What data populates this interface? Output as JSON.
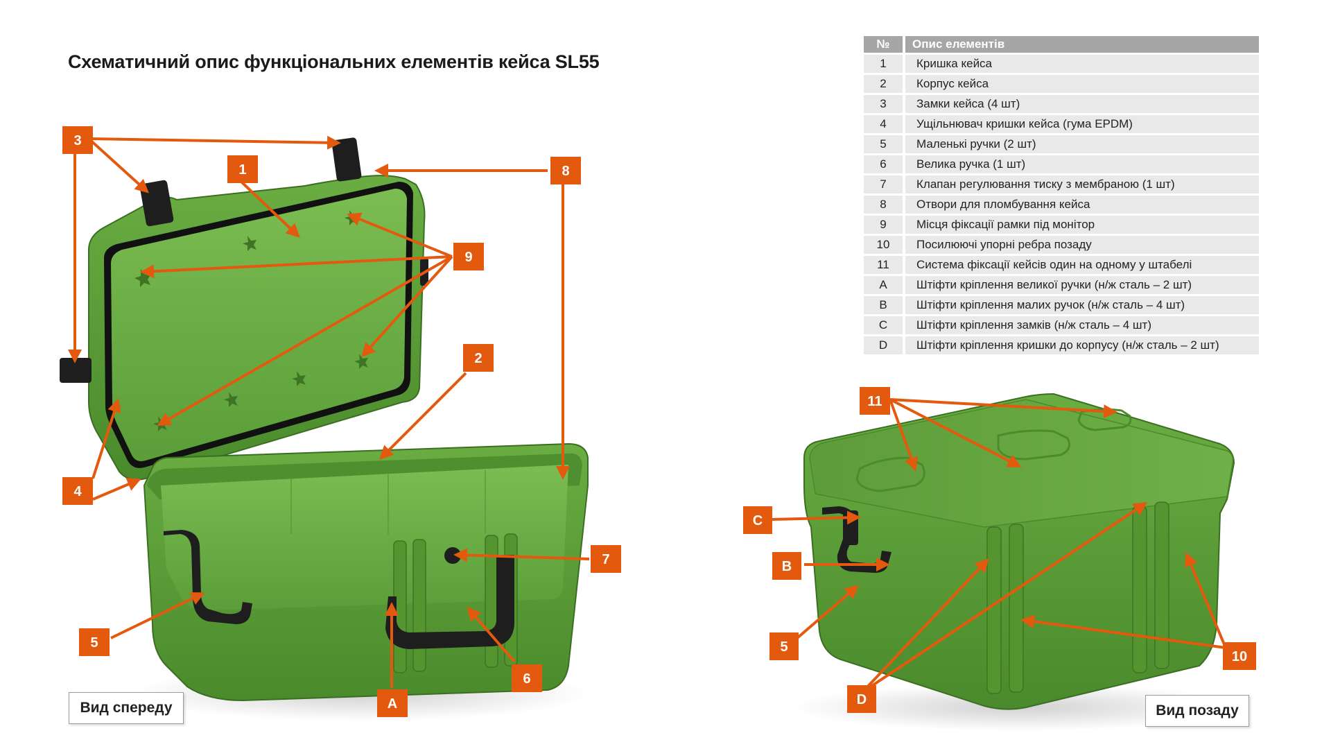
{
  "title": "Схематичний опис функціональних елементів кейса SL55",
  "table": {
    "headers": {
      "num": "№",
      "desc": "Опис елементів"
    },
    "rows": [
      {
        "num": "1",
        "desc": "Кришка кейса"
      },
      {
        "num": "2",
        "desc": "Корпус кейса"
      },
      {
        "num": "3",
        "desc": "Замки кейса (4 шт)"
      },
      {
        "num": "4",
        "desc": "Ущільнювач кришки кейса (гума EPDM)"
      },
      {
        "num": "5",
        "desc": "Маленькі ручки (2 шт)"
      },
      {
        "num": "6",
        "desc": "Велика ручка (1 шт)"
      },
      {
        "num": "7",
        "desc": "Клапан регулювання тиску з мембраною (1 шт)"
      },
      {
        "num": "8",
        "desc": "Отвори для пломбування кейса"
      },
      {
        "num": "9",
        "desc": "Місця фіксації рамки під монітор"
      },
      {
        "num": "10",
        "desc": "Посилюючі упорні ребра позаду"
      },
      {
        "num": "11",
        "desc": "Система фіксації кейсів один на одному у штабелі"
      },
      {
        "num": "A",
        "desc": "Штіфти кріплення великої ручки (н/ж сталь – 2 шт)"
      },
      {
        "num": "B",
        "desc": "Штіфти кріплення малих ручок (н/ж сталь – 4 шт)"
      },
      {
        "num": "C",
        "desc": "Штіфти кріплення замків (н/ж сталь – 4 шт)"
      },
      {
        "num": "D",
        "desc": "Штіфти кріплення кришки до корпусу (н/ж сталь – 2 шт)"
      }
    ]
  },
  "views": {
    "front": "Вид спереду",
    "back": "Вид позаду"
  },
  "callouts": {
    "front": [
      "3",
      "1",
      "8",
      "9",
      "2",
      "4",
      "7",
      "5",
      "6",
      "A"
    ],
    "back": [
      "11",
      "C",
      "B",
      "5",
      "10",
      "D"
    ]
  },
  "colors": {
    "accent": "#e35a0f",
    "case_green": "#5fa03a",
    "case_dark_green": "#3f7424",
    "latch_black": "#1e1e1e",
    "table_header": "#a6a6a6",
    "table_row": "#e9e9e9"
  }
}
